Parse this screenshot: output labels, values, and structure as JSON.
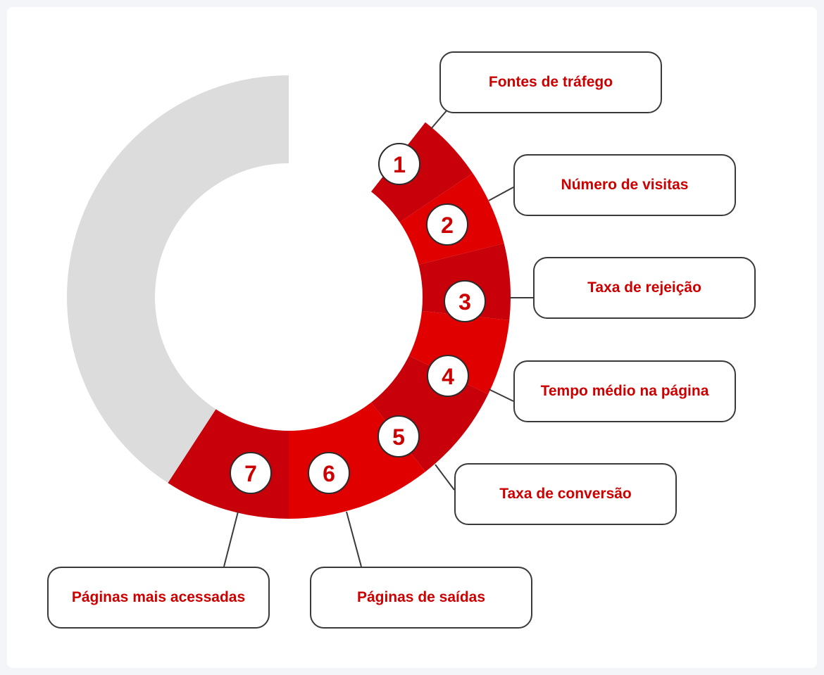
{
  "colors": {
    "ring_track": "#dcdcdc",
    "segment_a": "#c8000a",
    "segment_b": "#e00000",
    "accent_text": "#cc0000",
    "badge_fill": "#ffffff",
    "badge_stroke": "#2b2b2b",
    "connector": "#3a3a3a"
  },
  "steps": [
    {
      "number": "1",
      "label": "Fontes de tráfego"
    },
    {
      "number": "2",
      "label": "Número de visitas"
    },
    {
      "number": "3",
      "label": "Taxa de rejeição"
    },
    {
      "number": "4",
      "label": "Tempo médio na página"
    },
    {
      "number": "5",
      "label": "Taxa de conversão"
    },
    {
      "number": "6",
      "label": "Páginas de saídas"
    },
    {
      "number": "7",
      "label": "Páginas mais acessadas"
    }
  ]
}
